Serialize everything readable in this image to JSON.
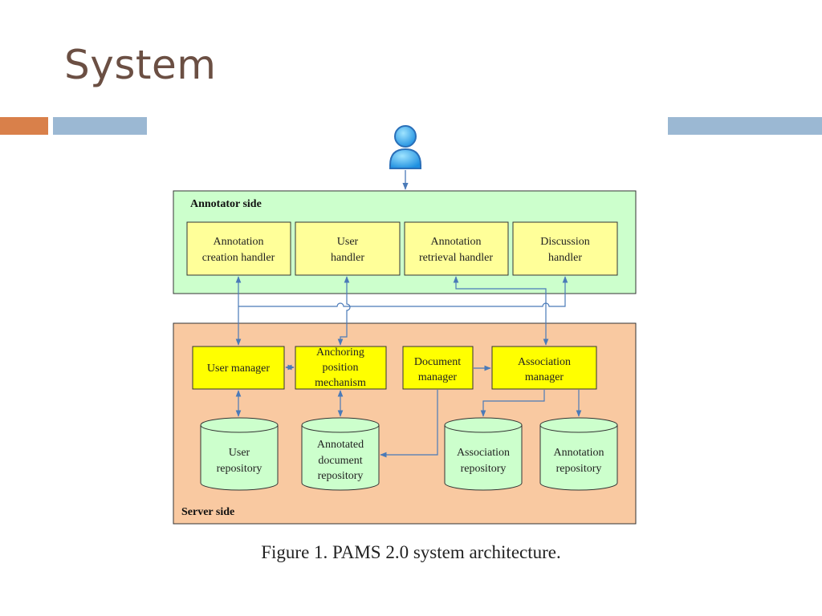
{
  "slide": {
    "title": "System"
  },
  "diagram": {
    "annotator": {
      "label": "Annotator side",
      "boxes": [
        {
          "id": "annotation-creation-handler",
          "lines": [
            "Annotation",
            "creation handler"
          ]
        },
        {
          "id": "user-handler",
          "lines": [
            "User",
            "handler"
          ]
        },
        {
          "id": "annotation-retrieval-handler",
          "lines": [
            "Annotation",
            "retrieval handler"
          ]
        },
        {
          "id": "discussion-handler",
          "lines": [
            "Discussion",
            "handler"
          ]
        }
      ]
    },
    "server": {
      "label": "Server side",
      "boxes": [
        {
          "id": "user-manager",
          "lines": [
            "User manager"
          ]
        },
        {
          "id": "anchoring-position-mechanism",
          "lines": [
            "Anchoring",
            "position",
            "mechanism"
          ]
        },
        {
          "id": "document-manager",
          "lines": [
            "Document",
            "manager"
          ]
        },
        {
          "id": "association-manager",
          "lines": [
            "Association",
            "manager"
          ]
        }
      ],
      "repositories": [
        {
          "id": "user-repository",
          "lines": [
            "User",
            "repository"
          ]
        },
        {
          "id": "annotated-document-repository",
          "lines": [
            "Annotated",
            "document",
            "repository"
          ]
        },
        {
          "id": "association-repository",
          "lines": [
            "Association",
            "repository"
          ]
        },
        {
          "id": "annotation-repository",
          "lines": [
            "Annotation",
            "repository"
          ]
        }
      ]
    },
    "caption": "Figure 1. PAMS 2.0 system architecture.",
    "colors": {
      "annotator_bg": "#ccffcc",
      "server_bg": "#f9c9a1",
      "box_annotator": "#ffff99",
      "box_server": "#ffff00",
      "repository": "#ccffcc",
      "connector": "#4a7ab8"
    }
  }
}
